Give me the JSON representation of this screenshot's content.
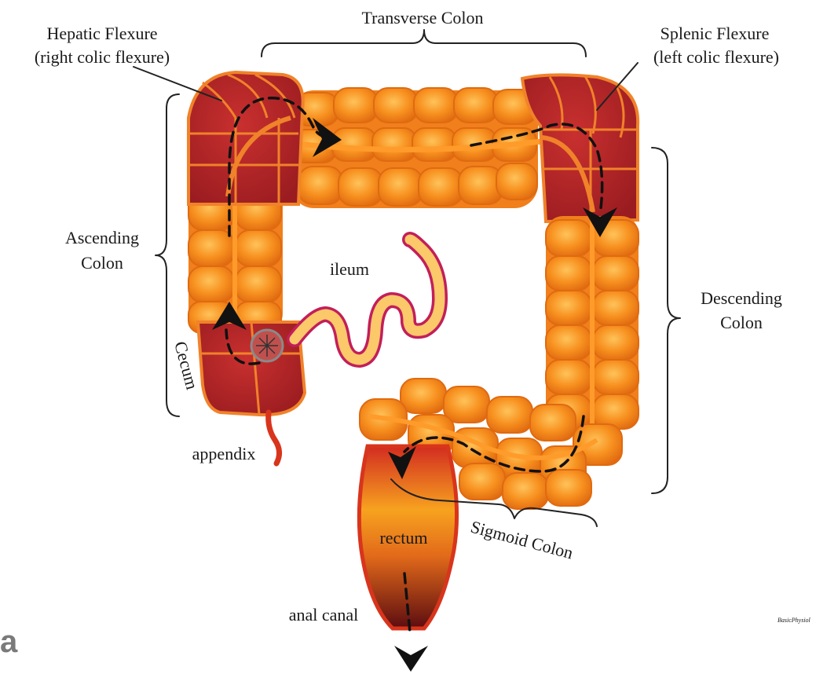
{
  "labels": {
    "transverse_colon": "Transverse Colon",
    "hepatic_flexure": "Hepatic Flexure",
    "hepatic_flexure_alt": "(right colic flexure)",
    "splenic_flexure": "Splenic Flexure",
    "splenic_flexure_alt": "(left colic flexure)",
    "ascending_colon_1": "Ascending",
    "ascending_colon_2": "Colon",
    "descending_colon_1": "Descending",
    "descending_colon_2": "Colon",
    "ileum": "ileum",
    "cecum": "Cecum",
    "appendix": "appendix",
    "sigmoid_colon": "Sigmoid Colon",
    "rectum": "rectum",
    "anal_canal": "anal canal",
    "watermark": "BasicPhysiol",
    "partial_letter": "a"
  },
  "colors": {
    "segment_orange": "#f58a1f",
    "segment_highlight": "#ffb347",
    "segment_outline": "#e06a10",
    "flexure_red": "#b8242a",
    "flexure_outline": "#f0822a",
    "ileum_fill": "#fbc86a",
    "ileum_outline": "#c21f5a",
    "rectum_top": "#f7a21f",
    "rectum_bottom": "#6e0f12",
    "flow_arrow": "#111111"
  }
}
